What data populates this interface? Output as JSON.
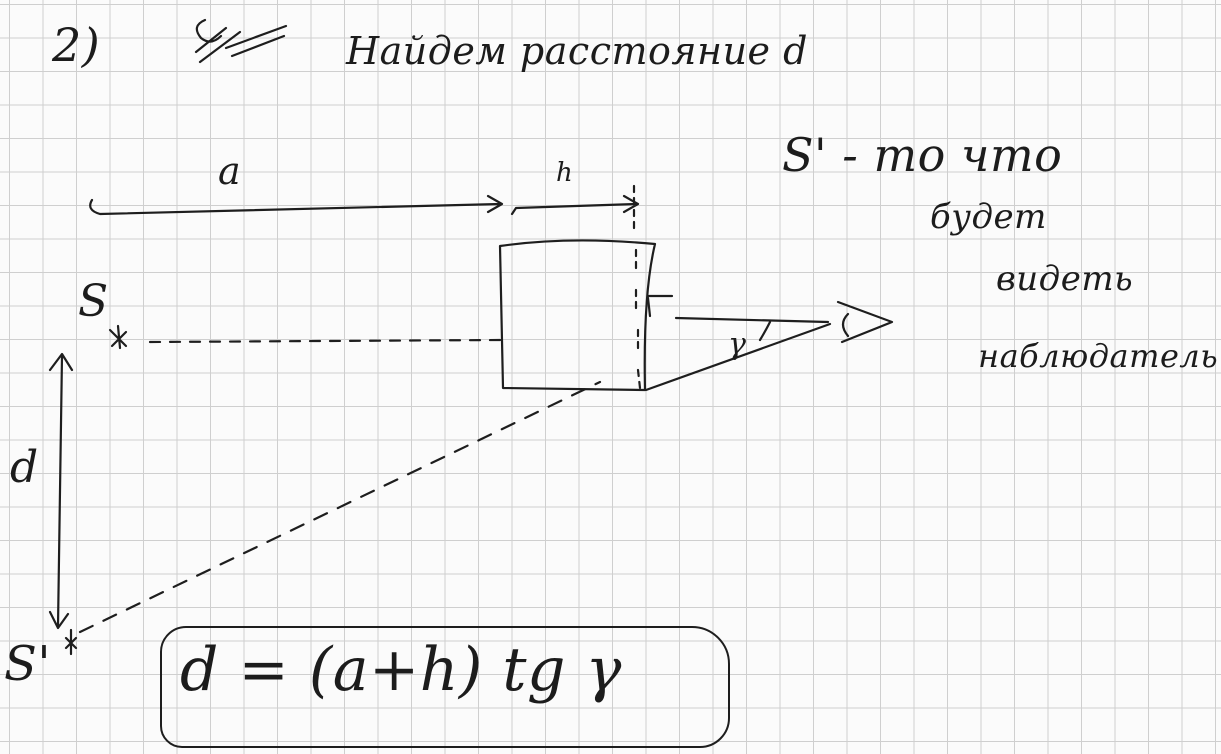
{
  "heading": {
    "number": "2)",
    "text": "Найдем расстояние d"
  },
  "labels": {
    "a": "a",
    "h": "h",
    "S": "S",
    "S_prime": "S'",
    "d": "d",
    "gamma": "γ"
  },
  "note": {
    "line1": "S' - то что",
    "line2": "будет",
    "line3": "видеть",
    "line4": "наблюдатель"
  },
  "formula": "d = (a+h) tg γ"
}
